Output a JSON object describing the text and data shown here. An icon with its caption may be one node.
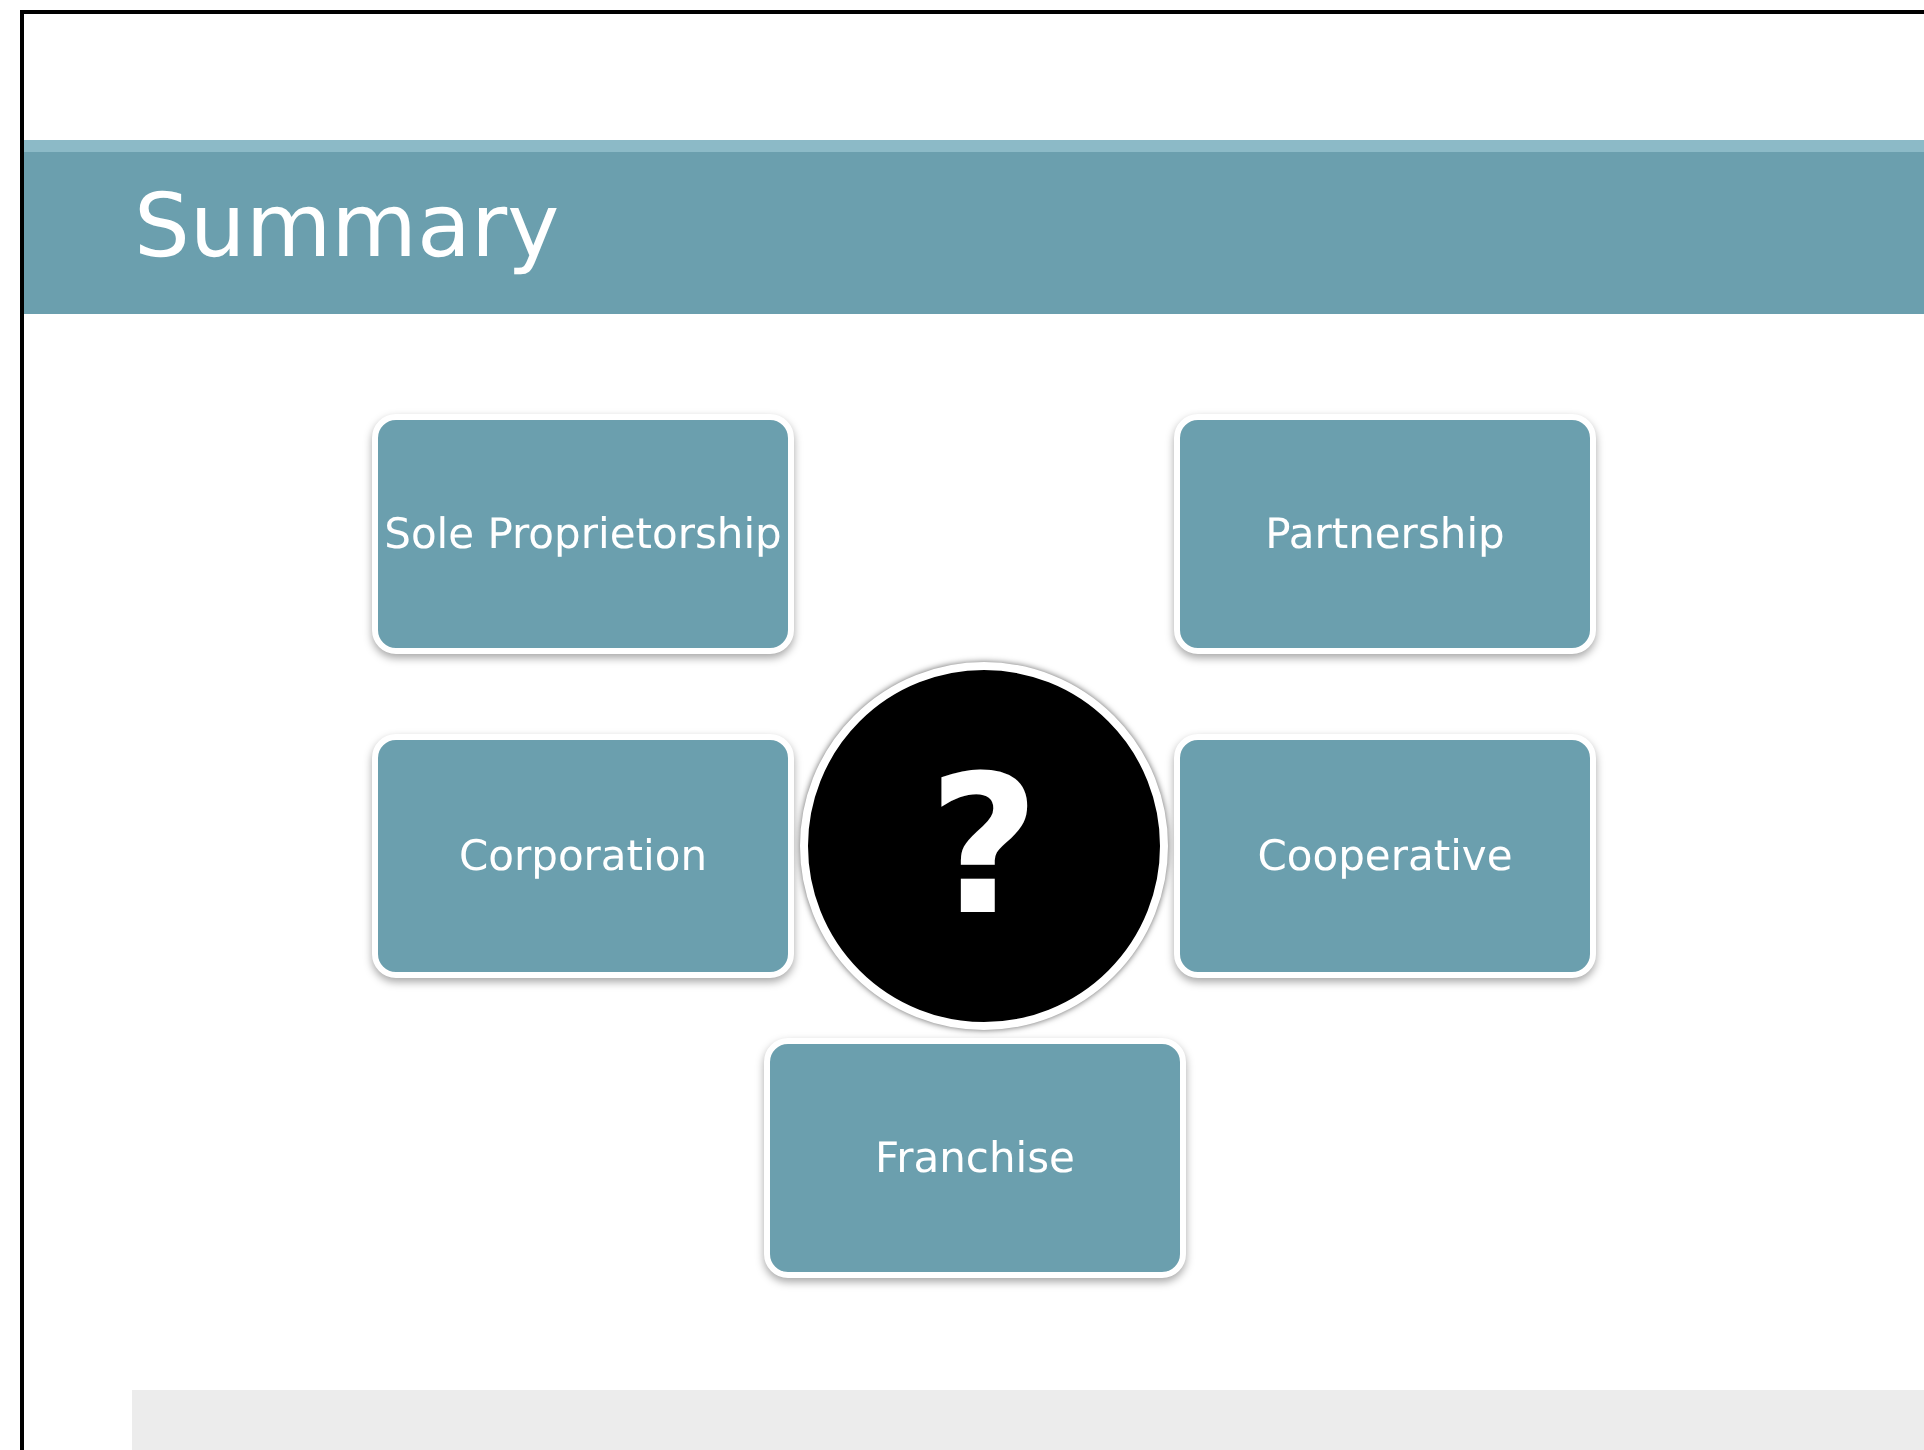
{
  "diagram": {
    "title": "Summary",
    "nodes": [
      {
        "text": [
          "Sole Proprietorship"
        ]
      },
      {
        "text": [
          "Partnership"
        ]
      },
      {
        "text": [
          "?"
        ]
      },
      {
        "text": [
          "Corporation"
        ]
      },
      {
        "text": [
          "Cooperative"
        ]
      },
      {
        "text": [
          "Franchise"
        ]
      }
    ],
    "edges": []
  }
}
